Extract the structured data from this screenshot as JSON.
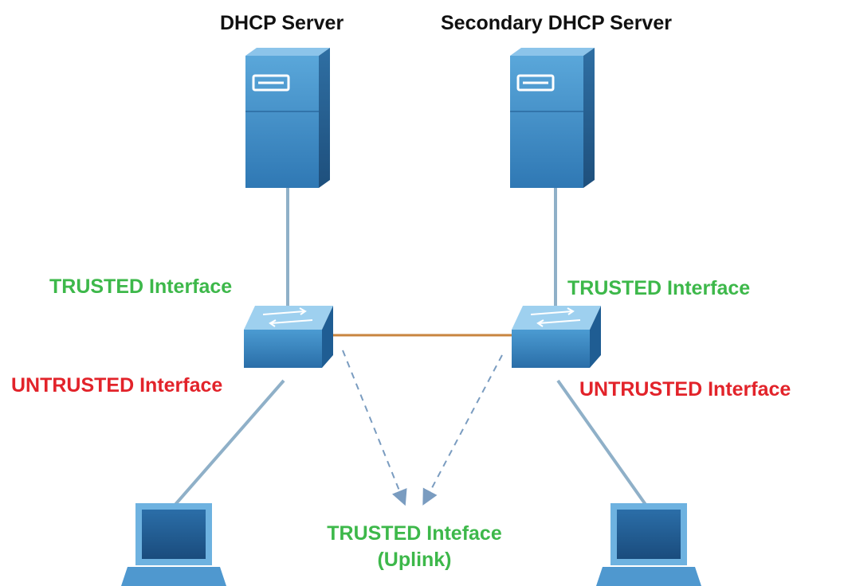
{
  "colors": {
    "trusted": "#3db84a",
    "untrusted": "#e2232a",
    "title": "#111111",
    "device_blue": "#3d8fc7",
    "trunk": "#c8853f",
    "link": "#8fb0c8",
    "uplink_arrow": "#7a9cc0"
  },
  "servers": {
    "primary_title": "DHCP Server",
    "secondary_title": "Secondary DHCP Server"
  },
  "labels": {
    "left_trusted": "TRUSTED Interface",
    "right_trusted": "TRUSTED Interface",
    "left_untrusted": "UNTRUSTED Interface",
    "right_untrusted": "UNTRUSTED Interface",
    "uplink_line1": "TRUSTED Inteface",
    "uplink_line2": "(Uplink)"
  },
  "icons": [
    "server-icon",
    "switch-icon",
    "laptop-icon"
  ]
}
